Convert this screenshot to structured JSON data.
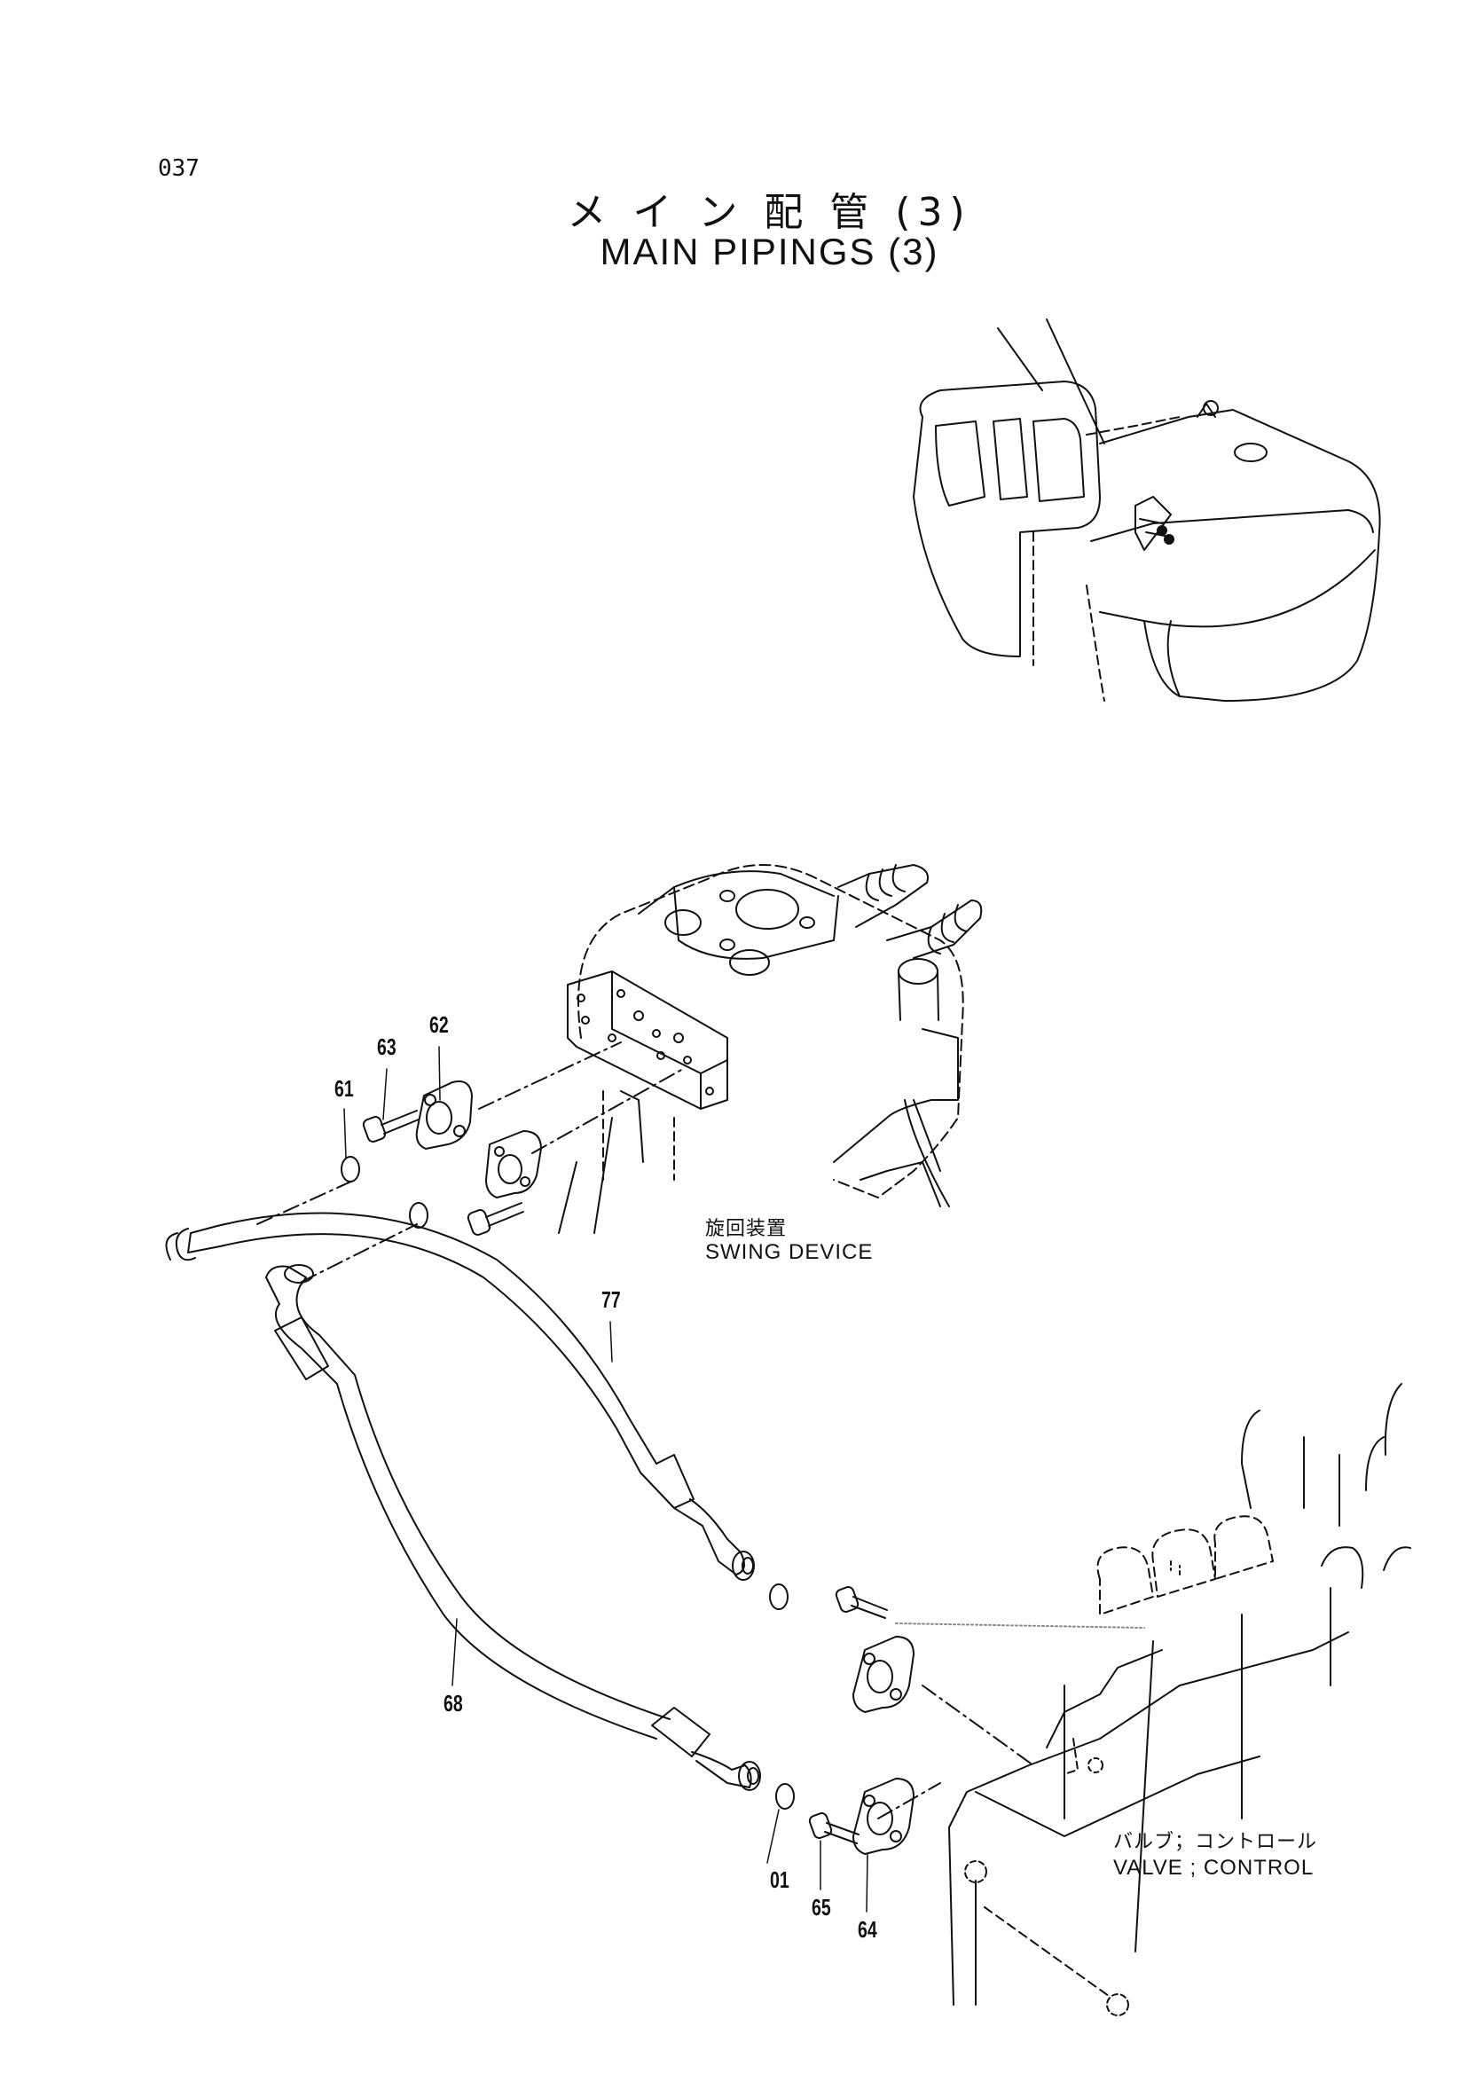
{
  "page": {
    "number": "037",
    "title_jp": "メ イ ン 配 管 (3)",
    "title_en": "MAIN PIPINGS (3)"
  },
  "components": {
    "swing_device": {
      "label_jp": "旋回装置",
      "label_en": "SWING DEVICE"
    },
    "control_valve": {
      "label_jp": "バルブ；コントロール",
      "label_en": "VALVE ; CONTROL"
    }
  },
  "callouts": {
    "c61": "61",
    "c62": "62",
    "c63": "63",
    "c77": "77",
    "c68": "68",
    "c01": "01",
    "c65": "65",
    "c64": "64"
  }
}
